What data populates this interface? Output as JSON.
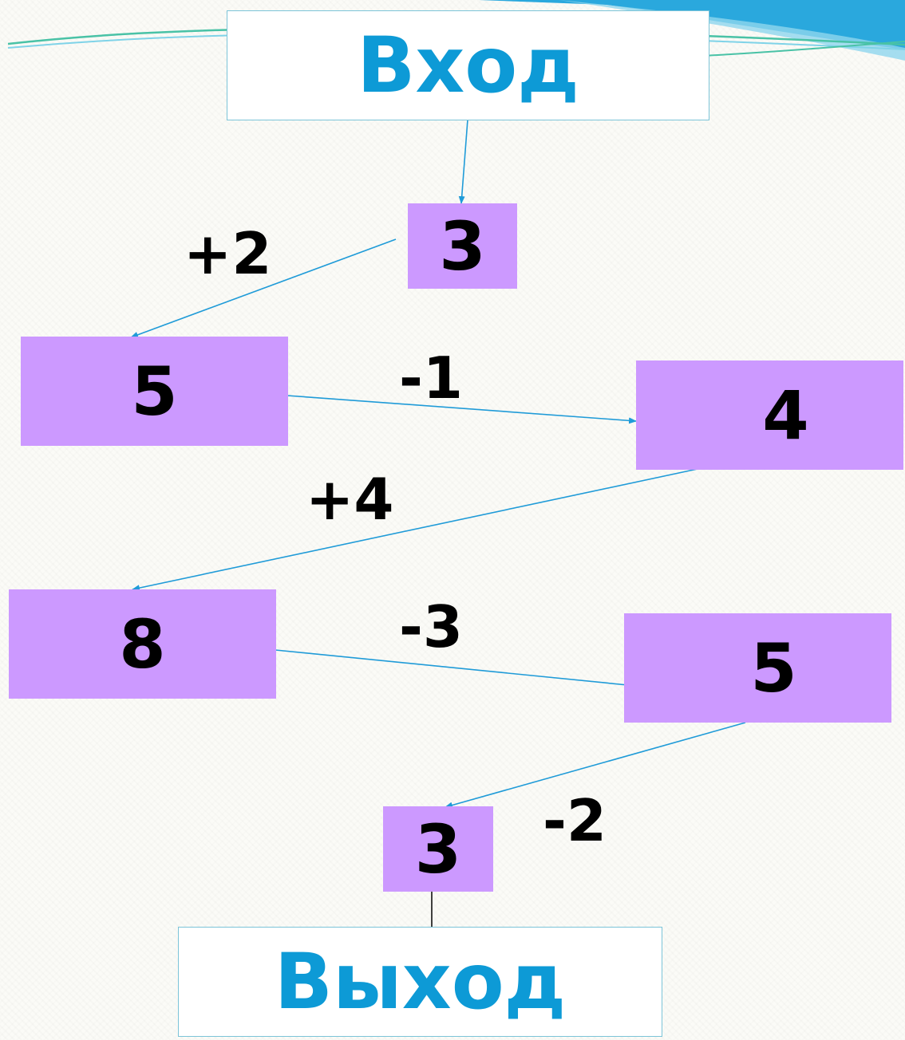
{
  "diagram": {
    "input_label": "Вход",
    "output_label": "Выход",
    "values": [
      "3",
      "5",
      "4",
      "8",
      "5",
      "3"
    ],
    "operations": [
      "+2",
      "-1",
      "+4",
      "-3",
      "-2"
    ]
  },
  "colors": {
    "io_text": "#0d9ad6",
    "value_fill": "#cc99ff",
    "arrow": "#1f9bd8",
    "swoosh": "#3fb0df"
  }
}
